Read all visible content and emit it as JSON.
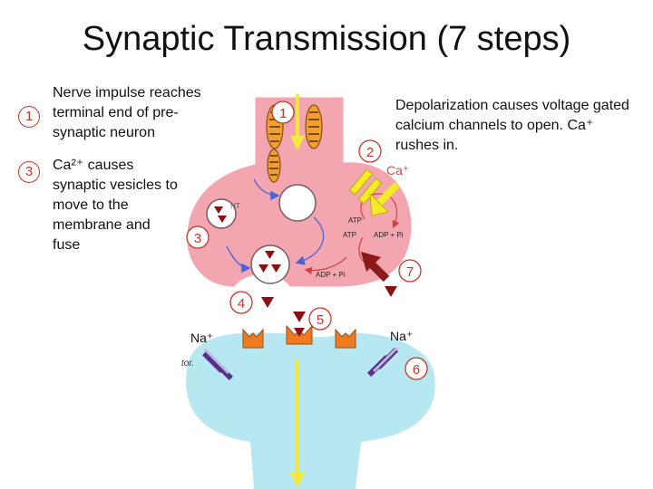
{
  "title": "Synaptic Transmission (7 steps)",
  "notes": {
    "step1": "Nerve impulse reaches terminal end of pre-synaptic neuron",
    "step3": "Ca²⁺ causes synaptic vesicles to move to the membrane and fuse",
    "step2": "Depolarization causes voltage gated calcium channels to open.  Ca⁺ rushes in."
  },
  "side_markers": [
    "1",
    "3"
  ],
  "diagram_markers": [
    "1",
    "2",
    "3",
    "4",
    "5",
    "6",
    "7"
  ],
  "diagram_labels": {
    "nt": "NT",
    "ca": "Ca⁺",
    "atp_top": "ATP",
    "atp_mid": "ATP",
    "adp_right": "ADP + Pi",
    "adp_bottom": "ADP + Pi",
    "na_left": "Na⁺",
    "na_right": "Na⁺",
    "fragment": "tor."
  },
  "colors": {
    "presynaptic": "#f4a6b0",
    "postsynaptic": "#b7e8f2",
    "mitochondria": "#f0a030",
    "arrow_yellow": "#f5e93a",
    "channel_yellow": "#f3ea2a",
    "pump_red": "#8b1a1a",
    "receptor_orange": "#f07a20",
    "neurotransmitter": "#8b1010",
    "na_channel": "#5b2d90",
    "marker": "#c0392b"
  }
}
